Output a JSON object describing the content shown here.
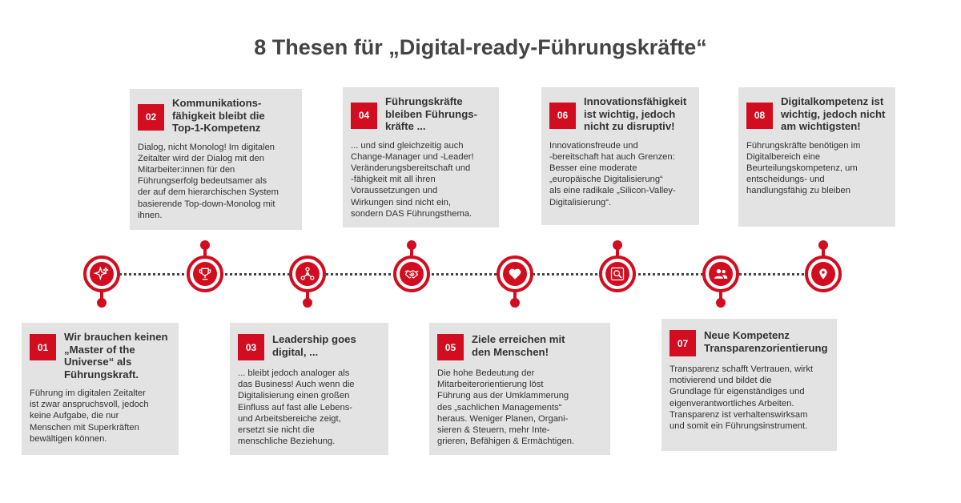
{
  "title": "8 Thesen für „Digital-ready-Führungskräfte“",
  "colors": {
    "accent": "#d10d1f",
    "card_bg": "#e3e3e3",
    "text": "#333333"
  },
  "theses": [
    {
      "num": "01",
      "title": [
        "Wir brauchen keinen",
        "„Master of the",
        "Universe“ als",
        "Führungskraft."
      ],
      "body": [
        "Führung im digitalen Zeitalter",
        "ist zwar anspruchsvoll, jedoch",
        "keine Aufgabe, die nur",
        "Menschen mit Superkräften",
        "bewältigen können."
      ],
      "icon": "sparkle-icon"
    },
    {
      "num": "02",
      "title": [
        "Kommunikations-",
        "fähigkeit bleibt die",
        "Top-1-Kompetenz"
      ],
      "body": [
        "Dialog, nicht Monolog! Im digitalen",
        "Zeitalter wird der Dialog mit den",
        "Mitarbeiter:innen für den",
        "Führungserfolg bedeutsamer als",
        "der auf dem hierarchischen System",
        "basierende Top-down-Monolog mit",
        "ihnen."
      ],
      "icon": "trophy-icon"
    },
    {
      "num": "03",
      "title": [
        "Leadership goes",
        "digital, ..."
      ],
      "body": [
        "... bleibt jedoch analoger als",
        "das Business! Auch wenn die",
        "Digitalisierung einen großen",
        "Einfluss auf fast alle Lebens-",
        "und Arbeitsbereiche zeigt,",
        "ersetzt sie nicht die",
        "menschliche Beziehung."
      ],
      "icon": "network-icon"
    },
    {
      "num": "04",
      "title": [
        "Führungskräfte",
        "bleiben Führungs-",
        "kräfte ..."
      ],
      "body": [
        "... und sind gleichzeitig auch",
        "Change-Manager und -Leader!",
        "Veränderungsbereitschaft und",
        "-fähigkeit mit all ihren",
        "Voraussetzungen und",
        "Wirkungen sind nicht ein,",
        "sondern DAS Führungsthema."
      ],
      "icon": "handshake-icon"
    },
    {
      "num": "05",
      "title": [
        "Ziele erreichen mit",
        "den Menschen!"
      ],
      "body": [
        "Die hohe Bedeutung der",
        "Mitarbeiterorientierung löst",
        "Führung aus der Umklammerung",
        "des „sachlichen Managements“",
        "heraus. Weniger Planen, Organi-",
        "sieren & Steuern, mehr  Inte-",
        "grieren, Befähigen & Ermächtigen."
      ],
      "icon": "heart-icon"
    },
    {
      "num": "06",
      "title": [
        "Innovationsfähigkeit",
        "ist wichtig, jedoch",
        "nicht zu disruptiv!"
      ],
      "body": [
        "Innovationsfreude und",
        "-bereitschaft hat auch Grenzen:",
        "Besser eine moderate",
        "„europäische Digitalisierung“",
        "als eine radikale „Silicon-Valley-",
        "Digitalisierung“."
      ],
      "icon": "magnifier-icon"
    },
    {
      "num": "07",
      "title": [
        "Neue Kompetenz",
        "Transparenzorientierung"
      ],
      "body": [
        "Transparenz schafft Vertrauen, wirkt",
        "motivierend und bildet die",
        "Grundlage für eigenständiges und",
        "eigenverantwortliches Arbeiten.",
        "Transparenz ist verhaltenswirksam",
        "und somit ein Führungsinstrument."
      ],
      "icon": "people-icon"
    },
    {
      "num": "08",
      "title": [
        "Digitalkompetenz ist",
        "wichtig, jedoch nicht",
        "am wichtigsten!"
      ],
      "body": [
        "Führungskräfte benötigen im",
        "Digitalbereich eine",
        "Beurteilungskompetenz, um",
        "entscheidungs- und",
        "handlungsfähig zu bleiben"
      ],
      "icon": "location-icon"
    }
  ]
}
